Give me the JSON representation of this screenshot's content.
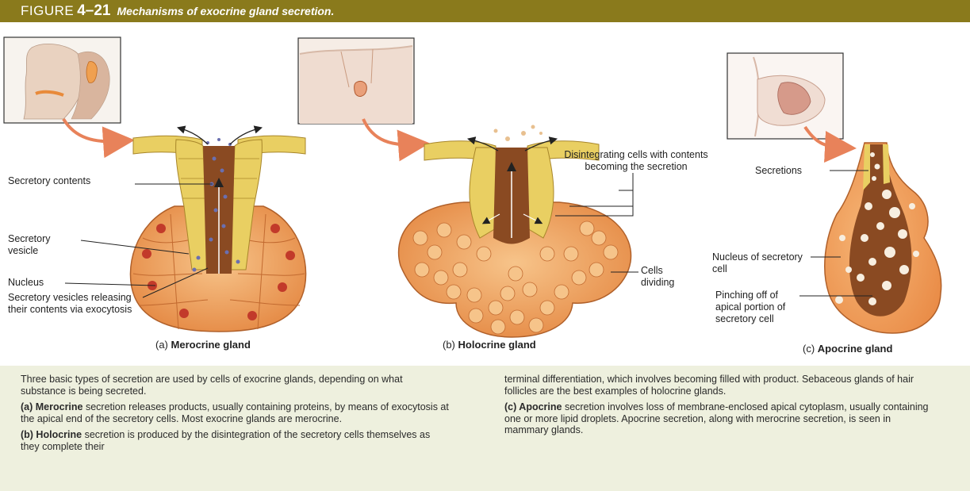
{
  "figure": {
    "label": "FIGURE",
    "number": "4–21",
    "caption": "Mechanisms of exocrine gland secretion."
  },
  "panels": {
    "merocrine": {
      "caption_prefix": "(a)",
      "caption_name": "Merocrine gland",
      "labels": {
        "secretory_contents": "Secretory contents",
        "secretory_vesicle": "Secretory vesicle",
        "nucleus": "Nucleus",
        "releasing": "Secretory vesicles releasing their contents via exocytosis"
      }
    },
    "holocrine": {
      "caption_prefix": "(b)",
      "caption_name": "Holocrine gland",
      "labels": {
        "disintegrating": "Disintegrating cells with contents becoming the secretion",
        "cells_dividing": "Cells dividing"
      }
    },
    "apocrine": {
      "caption_prefix": "(c)",
      "caption_name": "Apocrine gland",
      "labels": {
        "secretions": "Secretions",
        "nucleus": "Nucleus of secretory cell",
        "pinching": "Pinching off of apical portion of secretory cell"
      }
    }
  },
  "description": {
    "intro": "Three basic types of secretion are used by cells of exocrine glands, depending on what substance is being secreted.",
    "a_label": "(a) Merocrine",
    "a_text": " secretion releases products, usually containing proteins, by means of exocytosis at the apical end of the secretory cells. Most exocrine glands are merocrine.",
    "b_label": "(b) Holocrine",
    "b_text": " secretion is produced by the disintegration of the secretory cells themselves as they complete their",
    "b_cont": "terminal differentiation, which involves becoming filled with product. Sebaceous glands of hair follicles are the best examples of holocrine glands.",
    "c_label": "(c) Apocrine",
    "c_text": " secretion involves loss of membrane-enclosed apical cytoplasm, usually containing one or more lipid droplets. Apocrine secretion, along with merocrine secretion, is seen in mammary glands."
  },
  "colors": {
    "title_bar": "#8a7a1c",
    "gland_orange": "#ef9a55",
    "duct_yellow": "#e9cf62",
    "lumen_brown": "#8a4a22",
    "arrow_orange": "#e8825a",
    "text_box": "#eef0de"
  }
}
